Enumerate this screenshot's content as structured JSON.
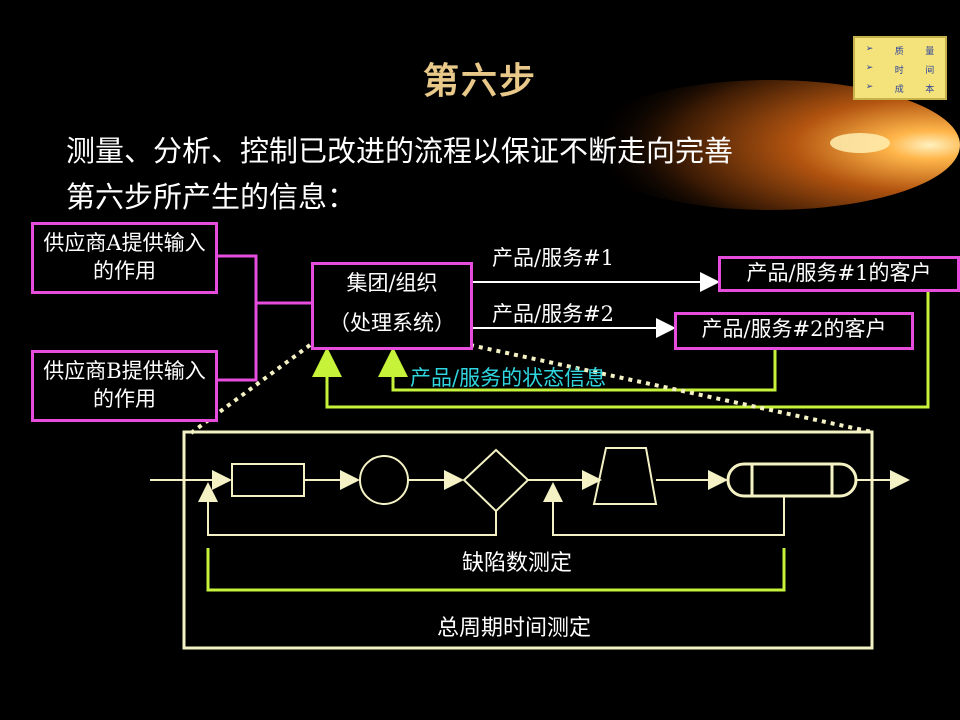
{
  "title": "第六步",
  "subtitle_lines": [
    "测量、分析、控制已改进的流程以保证不断走向完善",
    "第六步所产生的信息："
  ],
  "supplier_a": "供应商A提供输入的作用",
  "supplier_b": "供应商B提供输入的作用",
  "group_line1": "集团/组织",
  "group_line2": "（处理系统）",
  "product1": "产品/服务#1",
  "product2": "产品/服务#2",
  "customer1": "产品/服务#1的客户",
  "customer2": "产品/服务#2的客户",
  "status_info": "产品/服务的状态信息",
  "defect_measure": "缺陷数测定",
  "cycle_measure": "总周期时间测定",
  "badge": {
    "row1": [
      "质",
      "量"
    ],
    "row2": [
      "时",
      "间"
    ],
    "row3": [
      "成",
      "本"
    ]
  },
  "colors": {
    "title": "#e8c98a",
    "box_border": "#e64ddc",
    "feedback": "#c6f23a",
    "status_text": "#2fd6e0",
    "process": "#f4f2c4"
  }
}
